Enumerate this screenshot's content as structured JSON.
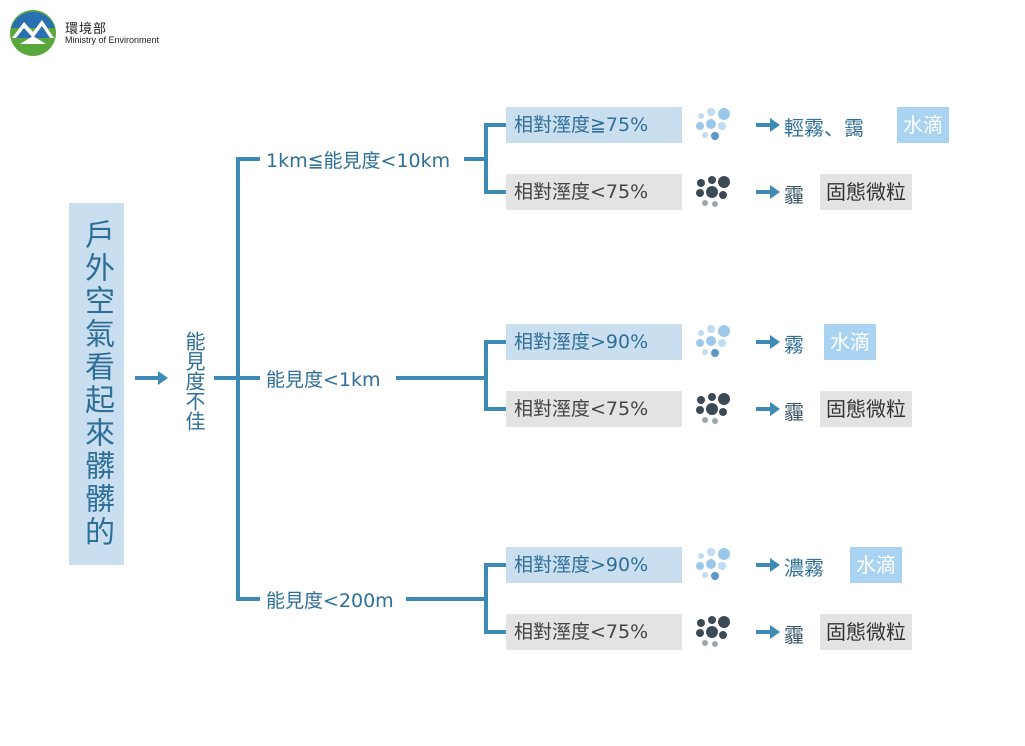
{
  "header": {
    "org_name_zh": "環境部",
    "org_name_en": "Ministry of Environment"
  },
  "colors": {
    "line": "#3d8ab5",
    "water_box": "#c9dff0",
    "solid_box": "#e3e3e3",
    "water_tag": "#a9d3f0",
    "water_dot": "#9cc9ea",
    "solid_dot": "#3c4a55"
  },
  "root": {
    "label": "戶外空氣看起來髒髒的"
  },
  "sub": {
    "label": "能見度不佳"
  },
  "branches": [
    {
      "label": "1km≦能見度<10km",
      "conditions": [
        {
          "label": "相對溼度≧75%",
          "kind": "water",
          "icon": "water-droplets-icon",
          "result": "輕霧、靄",
          "tag": "水滴"
        },
        {
          "label": "相對溼度<75%",
          "kind": "solid",
          "icon": "solid-particles-icon",
          "result": "霾",
          "tag": "固態微粒"
        }
      ]
    },
    {
      "label": "能見度<1km",
      "conditions": [
        {
          "label": "相對溼度>90%",
          "kind": "water",
          "icon": "water-droplets-icon",
          "result": "霧",
          "tag": "水滴"
        },
        {
          "label": "相對溼度<75%",
          "kind": "solid",
          "icon": "solid-particles-icon",
          "result": "霾",
          "tag": "固態微粒"
        }
      ]
    },
    {
      "label": "能見度<200m",
      "conditions": [
        {
          "label": "相對溼度>90%",
          "kind": "water",
          "icon": "water-droplets-icon",
          "result": "濃霧",
          "tag": "水滴"
        },
        {
          "label": "相對溼度<75%",
          "kind": "solid",
          "icon": "solid-particles-icon",
          "result": "霾",
          "tag": "固態微粒"
        }
      ]
    }
  ]
}
